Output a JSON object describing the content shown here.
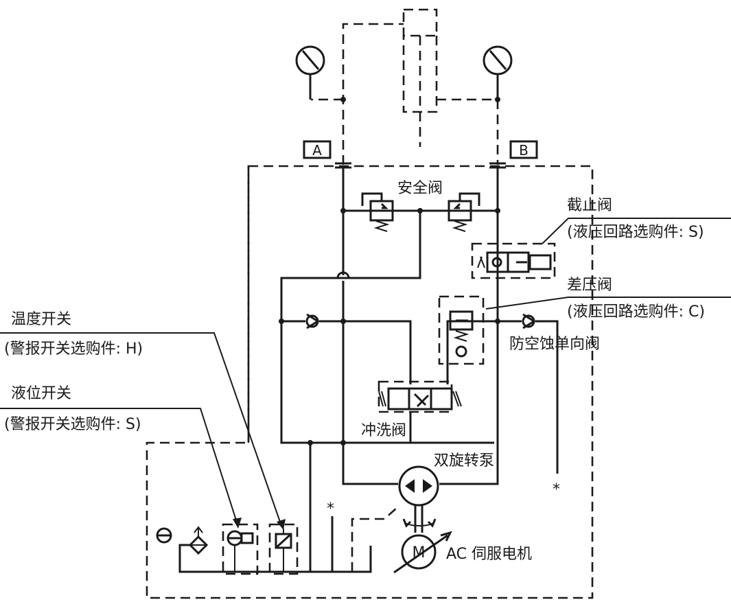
{
  "diagram": {
    "port_a": "A",
    "port_b": "B",
    "relief_valve": "安全阀",
    "stop_valve": "截止阀",
    "stop_valve_option": "(液压回路选购件: S)",
    "diff_valve": "差压阀",
    "diff_valve_option": "(液压回路选购件: C)",
    "check_valve": "防空蚀单向阀",
    "temp_switch": "温度开关",
    "temp_switch_option": "(警报开关选购件: H)",
    "level_switch": "液位开关",
    "level_switch_option": "(警报开关选购件: S)",
    "flush_valve": "冲洗阀",
    "pump": "双旋转泵",
    "motor": "AC 伺服电机",
    "motor_symbol": "M",
    "asterisk": "*"
  }
}
